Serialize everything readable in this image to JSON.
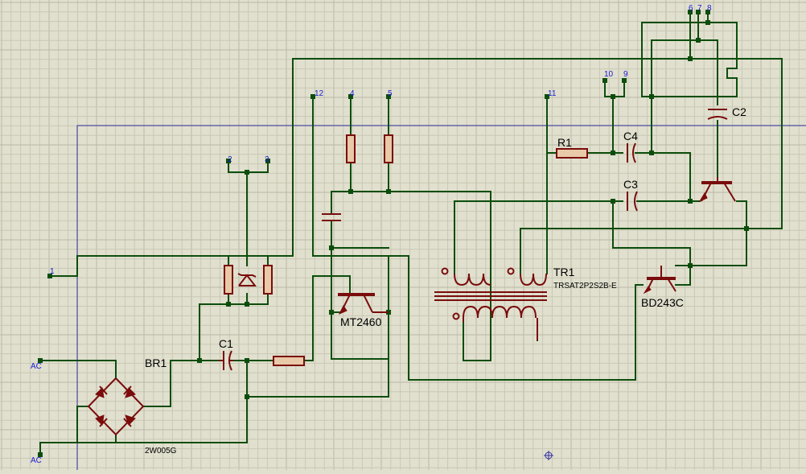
{
  "schematic": {
    "pins": {
      "p1": "1",
      "p2": "2",
      "p3": "3",
      "p4": "4",
      "p5": "5",
      "p6": "6",
      "p7": "7",
      "p8": "8",
      "p9": "9",
      "p10": "10",
      "p11": "11",
      "p12": "12",
      "ac_top": "AC",
      "ac_bottom": "AC"
    },
    "components": {
      "br1_ref": "BR1",
      "br1_value": "2W005G",
      "c1": "C1",
      "c2": "C2",
      "c3": "C3",
      "c4": "C4",
      "r1": "R1",
      "tr1_ref": "TR1",
      "tr1_value": "TRSAT2P2S2B-E",
      "q_mt": "MT2460",
      "q_bd": "BD243C"
    },
    "colors": {
      "background": "#e1e0cf",
      "wire": "#0c4d0c",
      "component": "#7a0c0c",
      "pin_label": "#1a1ad0",
      "sheet_border": "#3030a0"
    }
  }
}
